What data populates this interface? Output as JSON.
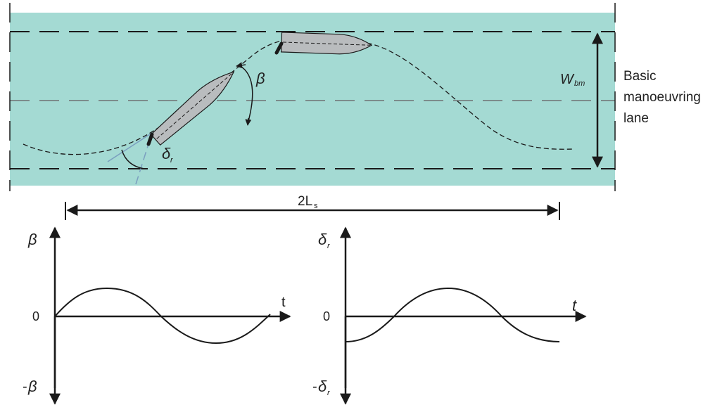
{
  "colors": {
    "lane_fill": "#a4dad3",
    "hull_fill": "#b9bcbe",
    "stroke": "#1a1a1a",
    "centerline": "#7c8c8b",
    "angle_line": "#7a9fbf"
  },
  "lane": {
    "label_line1": "Basic",
    "label_line2": "manoeuvring",
    "label_line3": "lane",
    "width_symbol": "W",
    "width_subscript": "bm"
  },
  "span": {
    "label": "2L",
    "subscript": "s"
  },
  "angles": {
    "drift_symbol": "β",
    "rudder_symbol": "δ",
    "rudder_subscript": "r"
  },
  "plots": {
    "drift": {
      "y_top": "β",
      "y_zero": "0",
      "y_bottom_prefix": "-",
      "y_bottom": "β",
      "x_label": "t"
    },
    "rudder": {
      "y_top": "δ",
      "y_top_sub": "r",
      "y_zero": "0",
      "y_bottom_prefix": "-",
      "y_bottom": "δ",
      "y_bottom_sub": "r",
      "x_label": "t"
    }
  }
}
